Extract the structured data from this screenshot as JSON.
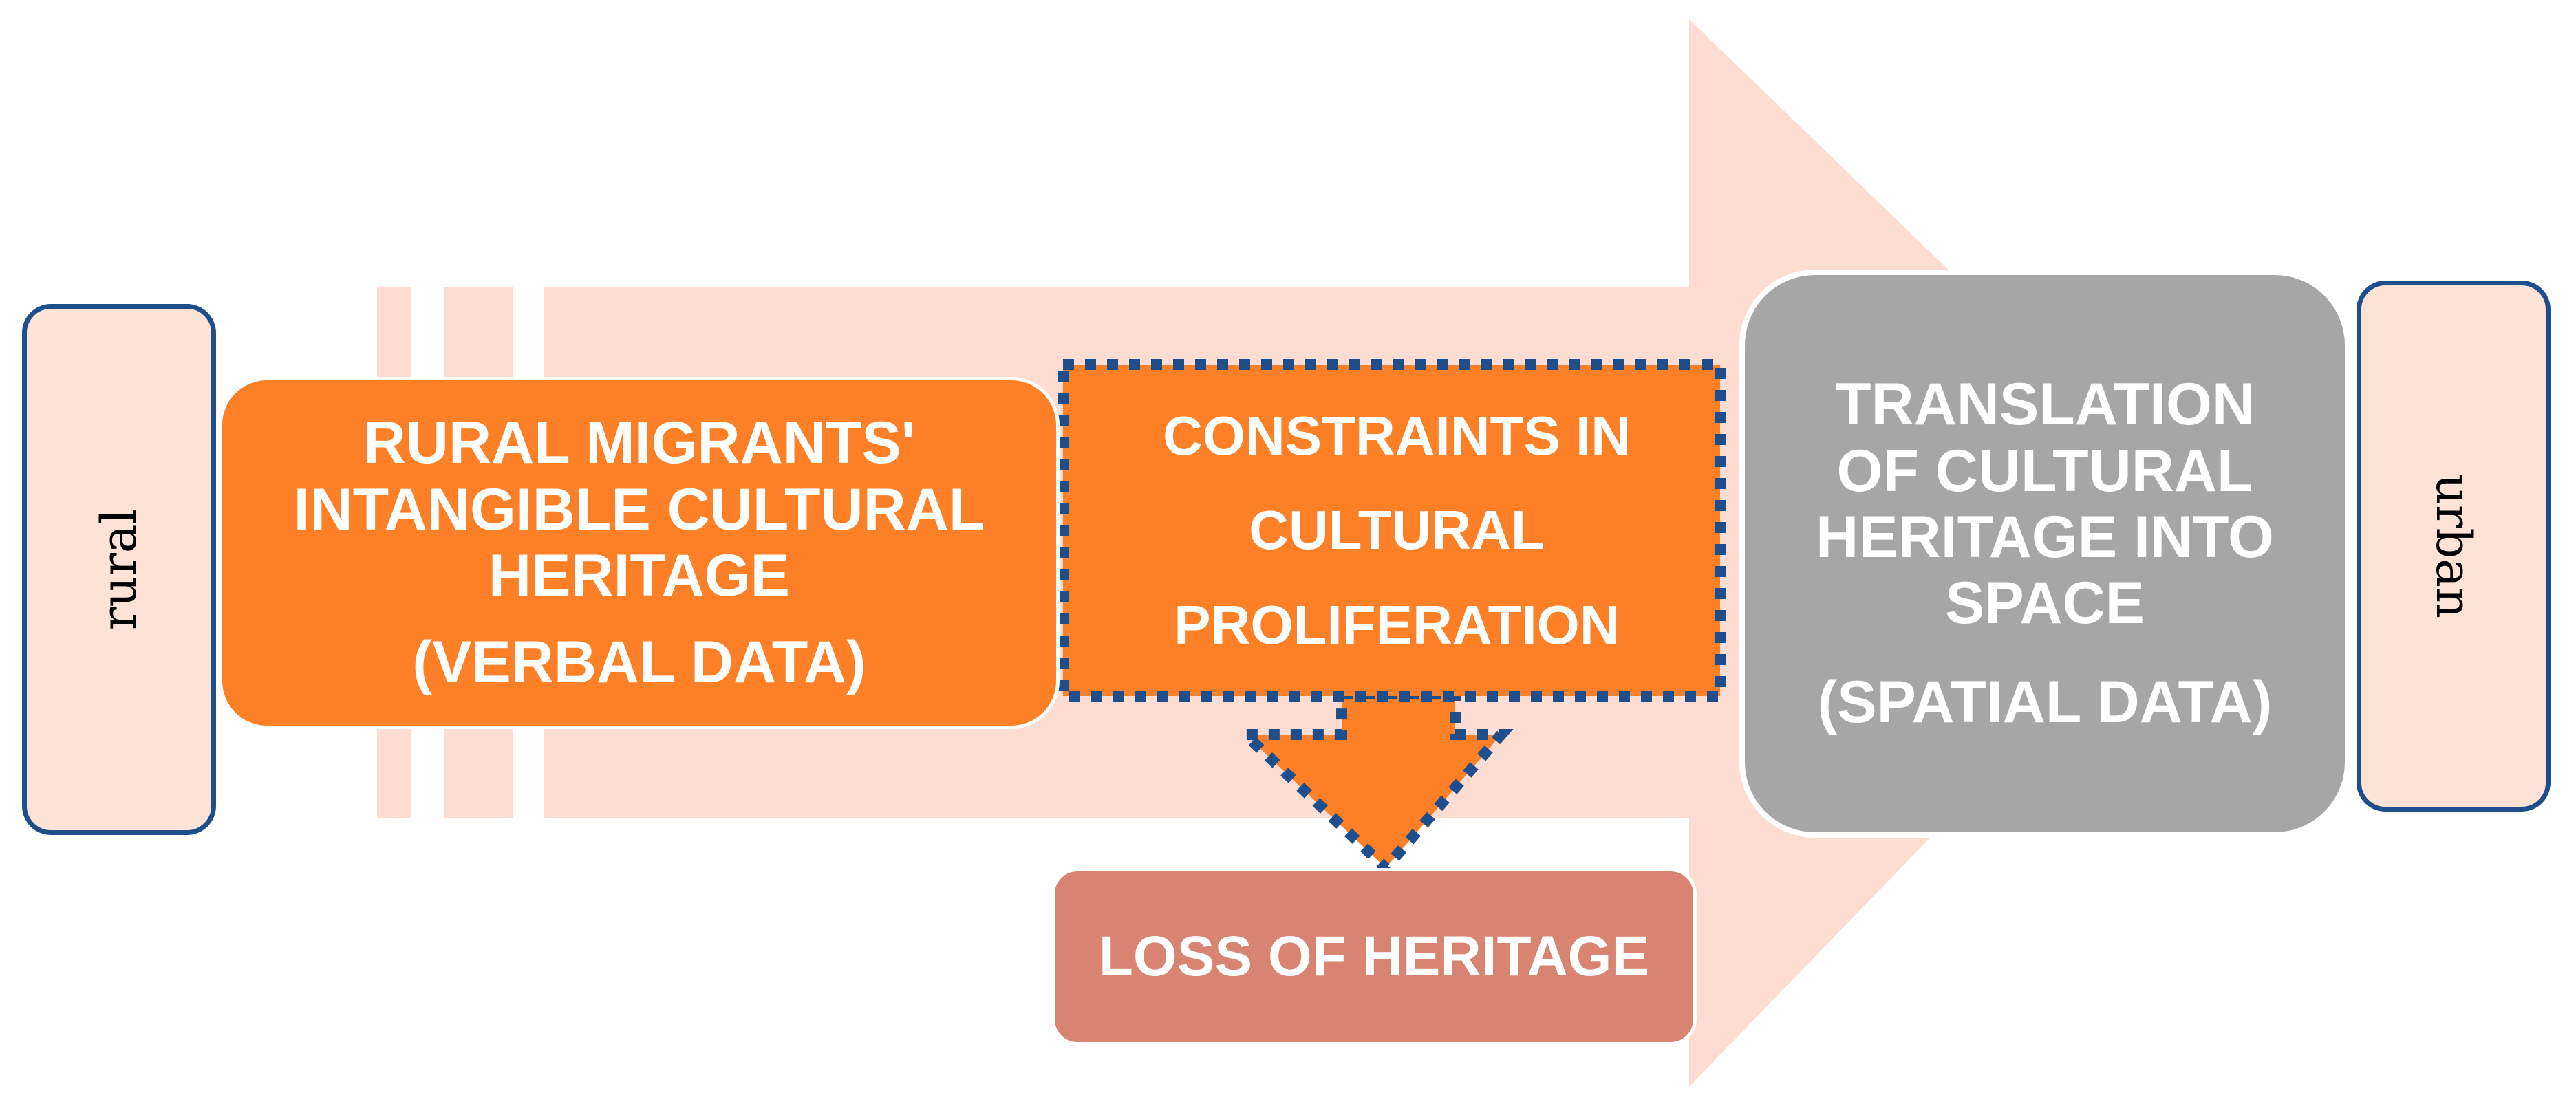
{
  "colors": {
    "big_arrow": "#fddcd2",
    "side_box_fill": "#fde3d6",
    "side_box_border": "#1f4e8c",
    "verbal_box": "#fd7f26",
    "constraints_box": "#fd7f26",
    "dotted_border": "#1f4e8c",
    "spatial_box": "#a6a6a6",
    "loss_box": "#d98472",
    "text_light": "#ffffff",
    "text_dark": "#000000"
  },
  "icons": {
    "flow_arrow": "right-arrow-icon",
    "down_arrow": "down-arrow-icon"
  },
  "nodes": {
    "rural": "rural",
    "urban": "urban",
    "verbal": {
      "line1": "RURAL MIGRANTS'",
      "line2": "INTANGIBLE CULTURAL",
      "line3": "HERITAGE",
      "sub": "(VERBAL DATA)"
    },
    "constraints": {
      "line1": "CONSTRAINTS IN",
      "line2": "CULTURAL",
      "line3": "PROLIFERATION"
    },
    "spatial": {
      "line1": "TRANSLATION",
      "line2": "OF  CULTURAL",
      "line3": "HERITAGE INTO",
      "line4": "SPACE",
      "sub": "(SPATIAL DATA)"
    },
    "loss": "LOSS OF  HERITAGE"
  }
}
